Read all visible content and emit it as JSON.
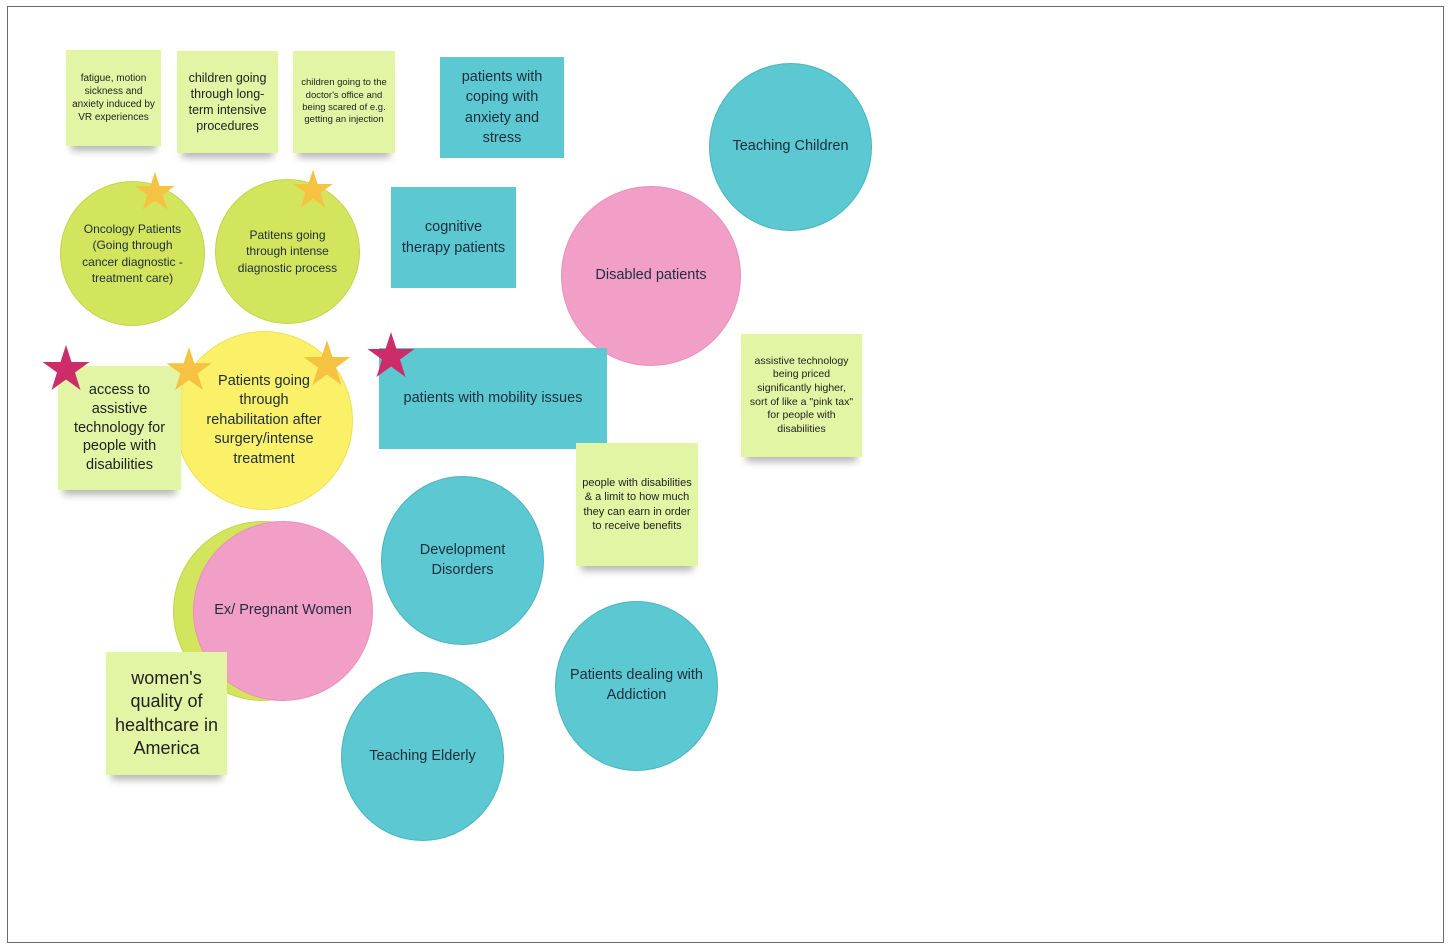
{
  "notes": {
    "fatigue": "fatigue, motion sickness and anxiety induced by VR experiences",
    "children_longterm": "children going through long-term intensive procedures",
    "children_doctor": "children going to the doctor's office and being scared of e.g. getting an injection",
    "assistive_pricing": "assistive technology being priced significantly higher, sort of like a \"pink tax\" for people with disabilities",
    "access_assistive": "access to assistive technology for people with disabilities",
    "benefits_limit": "people with disabilities & a limit to how much they can earn in order to receive benefits",
    "womens_healthcare": "women's quality of healthcare in America"
  },
  "rects": {
    "coping": "patients with coping with anxiety and stress",
    "cognitive": "cognitive therapy patients",
    "mobility": "patients with mobility issues"
  },
  "circles": {
    "teaching_children": "Teaching Children",
    "oncology": "Oncology Patients (Going through cancer diagnostic - treatment care)",
    "diagnostic": "Patitens going through intense diagnostic process",
    "disabled": "Disabled patients",
    "rehabilitation": "Patients going through rehabilitation after surgery/intense treatment",
    "pregnant": "Ex/ Pregnant Women",
    "development": "Development Disorders",
    "addiction": "Patients dealing with Addiction",
    "elderly": "Teaching Elderly"
  },
  "colors": {
    "sticky_green": "#e2f5a5",
    "teal": "#5bc8d2",
    "pink": "#f29fc7",
    "lime": "#d3e45d",
    "yellow": "#fbf168",
    "star_gold": "#f5c242",
    "star_magenta": "#cc2d69"
  },
  "icons": {
    "vote_star_gold": "star-icon",
    "vote_star_magenta": "star-icon"
  }
}
